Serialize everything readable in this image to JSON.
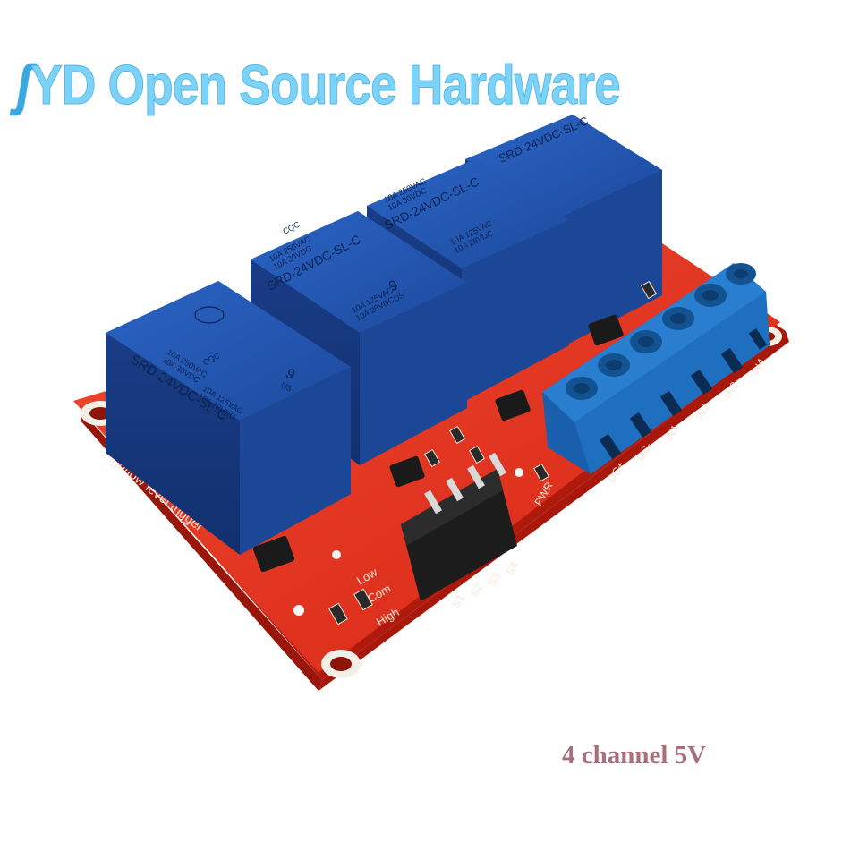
{
  "watermark": {
    "text": "YD Open Source Hardware",
    "swoosh": "ʃ"
  },
  "caption": "4 channel 5V",
  "board": {
    "silkscreen_title": "4 Relay Module",
    "silkscreen_subtitle": "high/low level trigger",
    "relay_labels": {
      "model": "SRD-24VDC-SL-C",
      "rating1": "10A 250VAC",
      "rating2": "10A 30VDC",
      "rating3": "10A 125VAC",
      "rating4": "10A 28VDC",
      "cqc": "CQC",
      "pins": "9",
      "ul": "US"
    },
    "terminal_labels": [
      "DC+",
      "DC-",
      "IN1",
      "IN2",
      "IN3",
      "IN4"
    ],
    "jumper_labels": [
      "S1",
      "S2",
      "S3",
      "S4"
    ],
    "level_labels": [
      "Low",
      "Com",
      "High"
    ],
    "pwr_label": "PWR"
  },
  "colors": {
    "pcb": "#e8301e",
    "relay": "#1f4fa8",
    "terminal": "#1e6fbf",
    "watermark": "#7dd3f7",
    "caption": "#a8707a"
  }
}
